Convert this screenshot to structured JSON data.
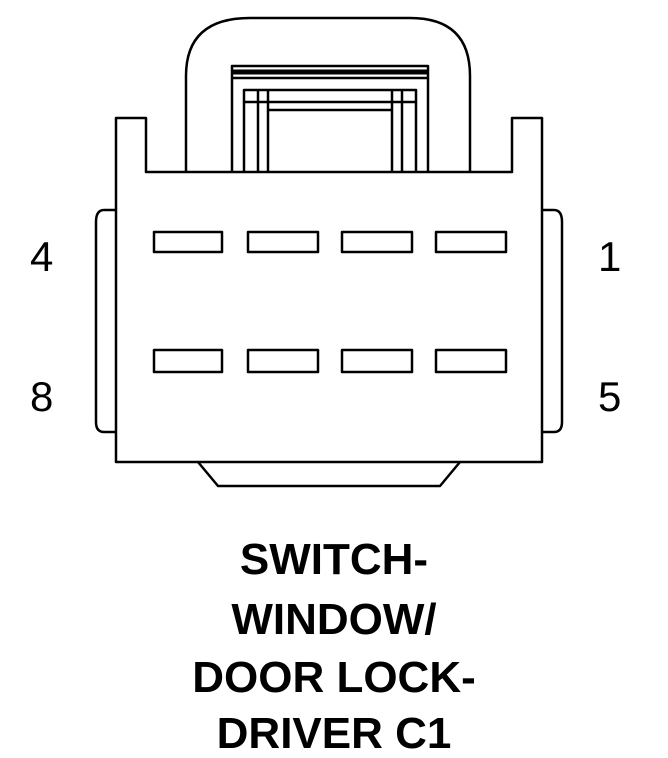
{
  "pin_labels": {
    "top_left": "4",
    "top_right": "1",
    "bottom_left": "8",
    "bottom_right": "5"
  },
  "title_lines": [
    "SWITCH-",
    "WINDOW/",
    "DOOR LOCK-",
    "DRIVER C1"
  ],
  "cavity_rows": 2,
  "cavities_per_row": 4
}
